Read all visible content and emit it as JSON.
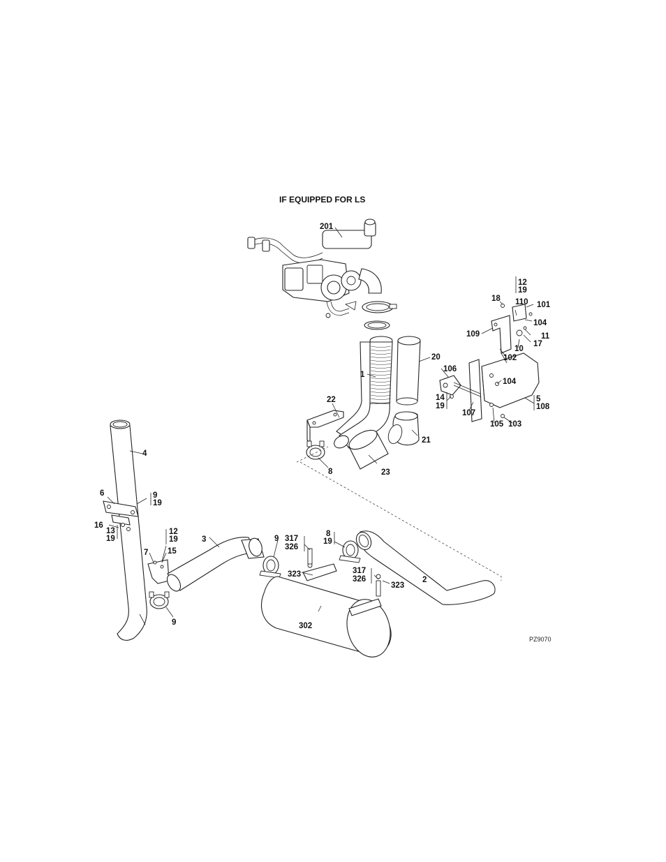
{
  "title": "IF EQUIPPED FOR LS",
  "figure_code": "PZ9070",
  "callouts": {
    "c201": "201",
    "c1": "1",
    "c20": "20",
    "c21": "21",
    "c22": "22",
    "c23": "23",
    "c8a": "8",
    "c4": "4",
    "c6": "6",
    "c9a": "9",
    "c19a": "19",
    "c16": "16",
    "c13": "13",
    "c19b": "19",
    "c12a": "12",
    "c19c": "19",
    "c7": "7",
    "c15": "15",
    "c9b": "9",
    "c3": "3",
    "c9c": "9",
    "c317a": "317",
    "c326a": "326",
    "c8b": "8",
    "c19d": "19",
    "c323a": "323",
    "c317b": "317",
    "c326b": "326",
    "c323b": "323",
    "c302": "302",
    "c2": "2",
    "c12b": "12",
    "c19e": "19",
    "c18": "18",
    "c110": "110",
    "c101": "101",
    "c104a": "104",
    "c109": "109",
    "c11": "11",
    "c17": "17",
    "c10": "10",
    "c102": "102",
    "c106": "106",
    "c104b": "104",
    "c14": "14",
    "c19f": "19",
    "c107": "107",
    "c5": "5",
    "c108": "108",
    "c105": "105",
    "c103": "103"
  }
}
